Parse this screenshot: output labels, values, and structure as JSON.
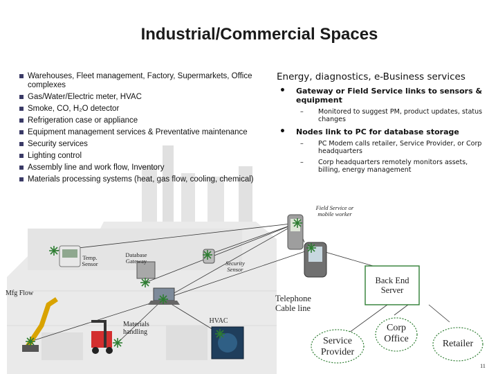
{
  "title": "Industrial/Commercial Spaces",
  "left_list": [
    "Warehouses, Fleet management, Factory, Supermarkets, Office complexes",
    "Gas/Water/Electric meter, HVAC",
    "Smoke, CO, H₂O detector",
    "Refrigeration case or appliance",
    "Equipment management services & Preventative maintenance",
    "Security services",
    "Lighting control",
    "Assembly line and work flow, Inventory",
    "Materials processing systems (heat, gas flow, cooling, chemical)"
  ],
  "right": {
    "heading": "Energy, diagnostics, e-Business services",
    "bullet1": "Gateway or Field Service links to sensors & equipment",
    "bullet1_sub1": "Monitored to suggest PM, product updates, status changes",
    "bullet2": "Nodes link to PC for database storage",
    "bullet2_sub1": "PC Modem calls retailer, Service Provider, or Corp headquarters",
    "bullet2_sub2": "Corp headquarters remotely monitors assets, billing, energy management"
  },
  "diagram": {
    "field_service": "Field Service or mobile worker",
    "temp_sensor": "Temp. Sensor",
    "database_gateway": "Database Gateway",
    "security_sensor": "Security Sensor",
    "mfg_flow": "Mfg Flow",
    "materials_handling": "Materials handling",
    "hvac": "HVAC",
    "telephone": "Telephone Cable line",
    "back_end_server": "Back End Server",
    "corp_office": "Corp Office",
    "service_provider": "Service Provider",
    "retailer": "Retailer"
  },
  "page_number": "11",
  "colors": {
    "node_green": "#2e7d32",
    "factory_gray": "#d9d9d9",
    "bullet": "#3a3a66"
  }
}
